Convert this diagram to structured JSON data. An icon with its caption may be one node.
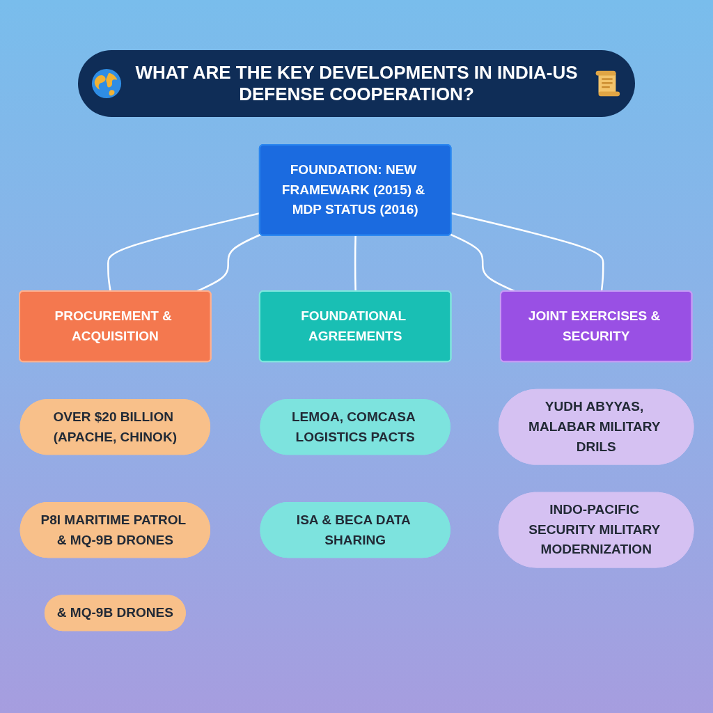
{
  "diagram": {
    "title": "WHAT ARE THE KEY DEVELOPMENTS IN INDIA-US DEFENSE COOPERATION?",
    "nodes": [
      {
        "text": [
          "FOUNDATION: NEW FRAMEWARK (2015) & MDP STATUS (2016)"
        ]
      },
      {
        "text": [
          "PROCUREMENT & ACQUISITION"
        ]
      },
      {
        "text": [
          "FOUNDATIONAL AGREEMENTS"
        ]
      },
      {
        "text": [
          "JOINT EXERCISES & SECURITY"
        ]
      },
      {
        "text": [
          "OVER $20 BILLION (APACHE, CHINOK)"
        ]
      },
      {
        "text": [
          "LEMOA, COMCASA LOGISTICS PACTS"
        ]
      },
      {
        "text": [
          "YUDH ABYYAS, MALABAR MILITARY DRILS"
        ]
      },
      {
        "text": [
          "P8I MARITIME PATROL & MQ-9B DRONES"
        ]
      },
      {
        "text": [
          "ISA & BECA DATA SHARING"
        ]
      },
      {
        "text": [
          "INDO-PACIFIC SECURITY MILITARY MODERNIZATION"
        ]
      },
      {
        "text": [
          "& MQ-9B DRONES"
        ]
      }
    ],
    "edges": [
      {
        "from": 0,
        "to": 1,
        "arrow": "none"
      },
      {
        "from": 0,
        "to": 1,
        "arrow": "none"
      },
      {
        "from": 0,
        "to": 2,
        "arrow": "none"
      },
      {
        "from": 0,
        "to": 3,
        "arrow": "none"
      },
      {
        "from": 0,
        "to": 3,
        "arrow": "none"
      }
    ]
  }
}
